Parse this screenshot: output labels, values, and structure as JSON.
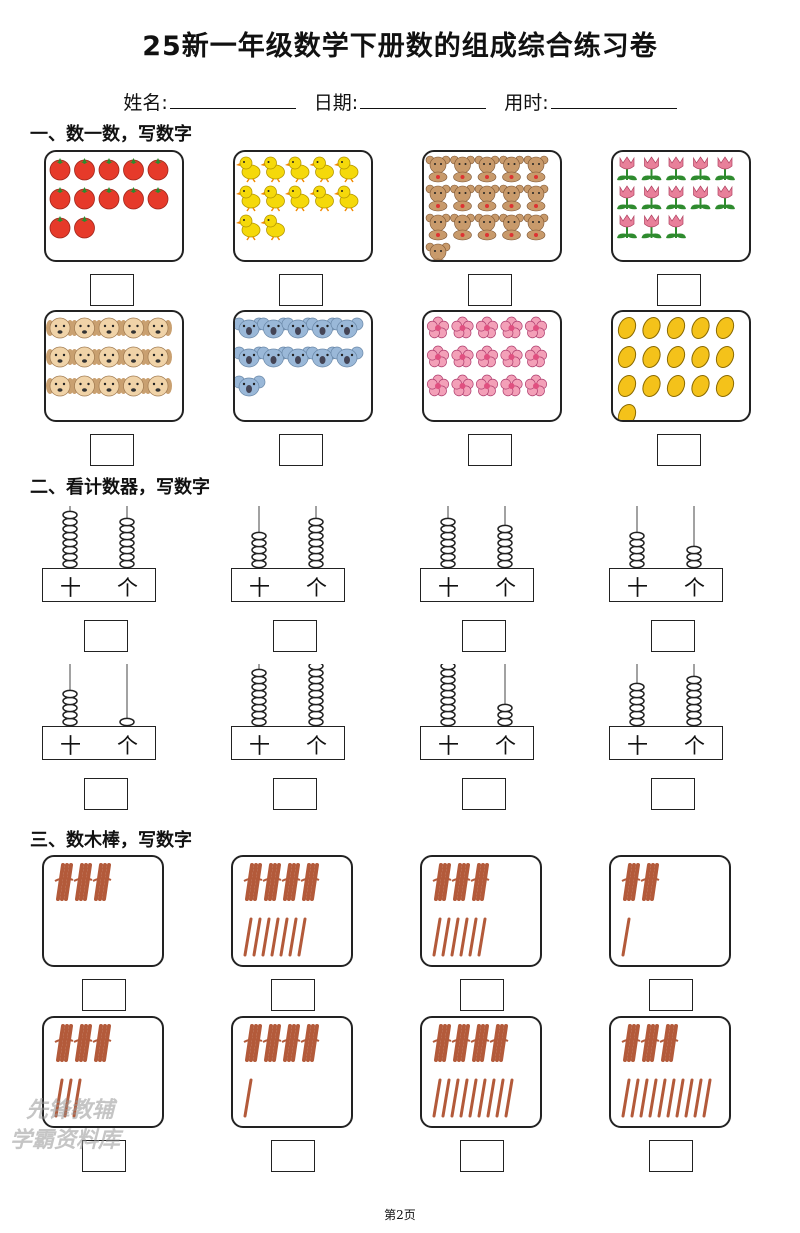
{
  "title": "25新一年级数学下册数的组成综合练习卷",
  "info": {
    "name_label": "姓名:",
    "date_label": "日期:",
    "time_label": "用时:"
  },
  "sections": {
    "s1": "一、数一数，写数字",
    "s2": "二、看计数器，写数字",
    "s3": "三、数木棒，写数字"
  },
  "count_items": [
    {
      "icon": "tomato-icon",
      "count": 12
    },
    {
      "icon": "chick-icon",
      "count": 12
    },
    {
      "icon": "teddy-bear-icon",
      "count": 16
    },
    {
      "icon": "tulip-icon",
      "count": 13
    },
    {
      "icon": "dog-face-icon",
      "count": 15
    },
    {
      "icon": "koala-icon",
      "count": 11
    },
    {
      "icon": "flower-icon",
      "count": 15
    },
    {
      "icon": "mango-icon",
      "count": 16
    }
  ],
  "abacus_items": [
    {
      "tens": 8,
      "ones": 7
    },
    {
      "tens": 5,
      "ones": 7
    },
    {
      "tens": 7,
      "ones": 6
    },
    {
      "tens": 5,
      "ones": 3
    },
    {
      "tens": 5,
      "ones": 1
    },
    {
      "tens": 8,
      "ones": 9
    },
    {
      "tens": 9,
      "ones": 3
    },
    {
      "tens": 6,
      "ones": 7
    }
  ],
  "abacus_labels": {
    "tens": "十",
    "ones": "个"
  },
  "stick_items": [
    {
      "bundles": 3,
      "singles": 0
    },
    {
      "bundles": 4,
      "singles": 7
    },
    {
      "bundles": 3,
      "singles": 6
    },
    {
      "bundles": 2,
      "singles": 1
    },
    {
      "bundles": 3,
      "singles": 3
    },
    {
      "bundles": 4,
      "singles": 1
    },
    {
      "bundles": 4,
      "singles": 9
    },
    {
      "bundles": 3,
      "singles": 10
    }
  ],
  "footer": "第2页",
  "watermark": {
    "line1": "先锋教辅",
    "line2": "学霸资料库"
  },
  "colors": {
    "tomato": "#e63a2a",
    "chick": "#f5d90a",
    "bear": "#c89a6b",
    "tulip": "#e8809a",
    "dog": "#f0d3a8",
    "koala": "#9ab8d8",
    "flower": "#f3a0b8",
    "mango": "#f4c21a",
    "stick": "#b35a3a"
  }
}
